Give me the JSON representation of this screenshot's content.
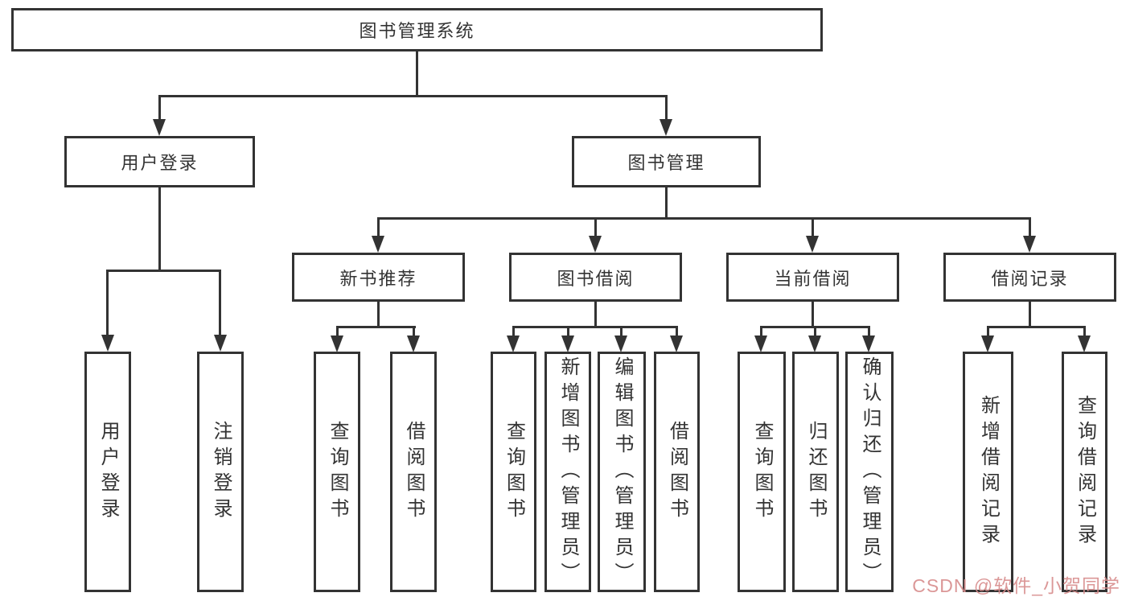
{
  "diagram": {
    "title": "图书管理系统",
    "root": {
      "label": "图书管理系统"
    },
    "level1": [
      {
        "label": "用户登录"
      },
      {
        "label": "图书管理"
      }
    ],
    "level2": [
      {
        "label": "新书推荐"
      },
      {
        "label": "图书借阅"
      },
      {
        "label": "当前借阅"
      },
      {
        "label": "借阅记录"
      }
    ],
    "leaves": [
      {
        "label": "用户登录"
      },
      {
        "label": "注销登录"
      },
      {
        "label": "查询图书"
      },
      {
        "label": "借阅图书"
      },
      {
        "label": "查询图书"
      },
      {
        "label": "新增图书（管理员）"
      },
      {
        "label": "编辑图书（管理员）"
      },
      {
        "label": "借阅图书"
      },
      {
        "label": "查询图书"
      },
      {
        "label": "归还图书"
      },
      {
        "label": "确认归还（管理员）"
      },
      {
        "label": "新增借阅记录"
      },
      {
        "label": "查询借阅记录"
      }
    ],
    "colors": {
      "line": "#333333",
      "text": "#333333",
      "box_background": "#ffffff",
      "watermark": "#d78c8c"
    }
  },
  "watermark": {
    "text": "CSDN @软件_小贺同学"
  }
}
